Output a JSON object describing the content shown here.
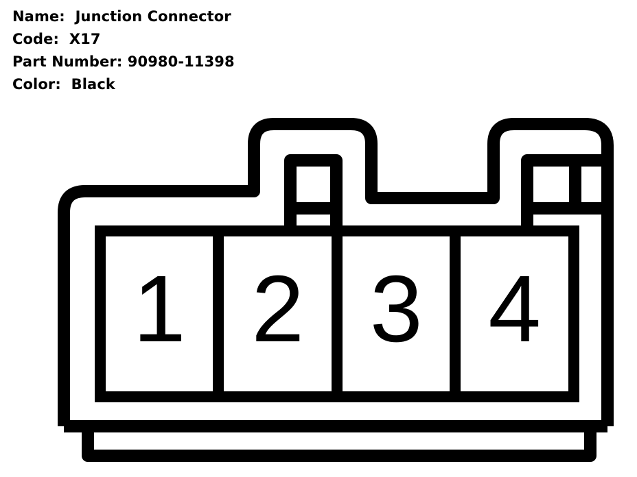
{
  "info": {
    "name_label": "Name:",
    "name_value": "Junction Connector",
    "code_label": "Code:",
    "code_value": "X17",
    "part_label": "Part Number:",
    "part_value": "90980-11398",
    "color_label": "Color:",
    "color_value": "Black"
  },
  "connector": {
    "pins": [
      "1",
      "2",
      "3",
      "4"
    ],
    "stroke_color": "#000000",
    "fill_color": "#ffffff"
  }
}
